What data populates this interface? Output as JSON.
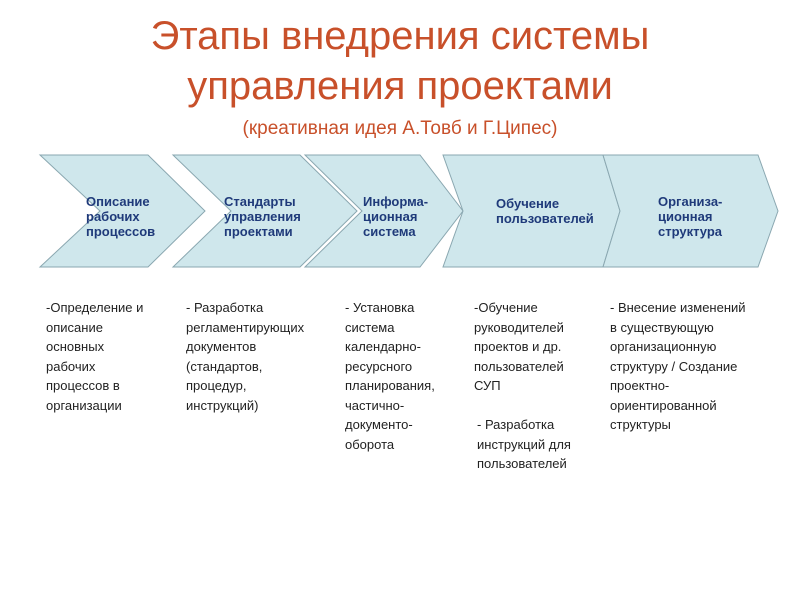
{
  "title": {
    "line1": "Этапы внедрения системы",
    "line2": "управления проектами",
    "subtitle": "(креативная идея А.Товб и Г.Ципес)"
  },
  "colors": {
    "title": "#c8502a",
    "chevron_fill": "#cfe7ec",
    "chevron_stroke": "#8aa7b0",
    "step_text": "#1f3a7a"
  },
  "steps": [
    {
      "label": "Описание\nрабочих\nпроцессов",
      "description": "-Определение и\nописание\nосновных\nрабочих\nпроцессов в\nорганизации"
    },
    {
      "label": "Стандарты\nуправления\nпроектами",
      "description": "- Разработка\nрегламентирующих\nдокументов\n(стандартов,\nпроцедур,\nинструкций)"
    },
    {
      "label": "Информа-\nционная\nсистема",
      "description": "- Установка\nсистема\nкалендарно-\nресурсного\nпланирования,\nчастично-\nдокументо-\nоборота"
    },
    {
      "label": "Обучение\nпользователей",
      "description": "-Обучение\nруководителей\nпроектов и др.\nпользователей\nСУП",
      "description2": "- Разработка\nинструкций для\nпользователей"
    },
    {
      "label": "Организа-\nционная\nструктура",
      "description": "- Внесение изменений\nв существующую\nорганизационную\nструктуру / Создание\nпроектно-\nориентированной\nструктуры"
    }
  ]
}
